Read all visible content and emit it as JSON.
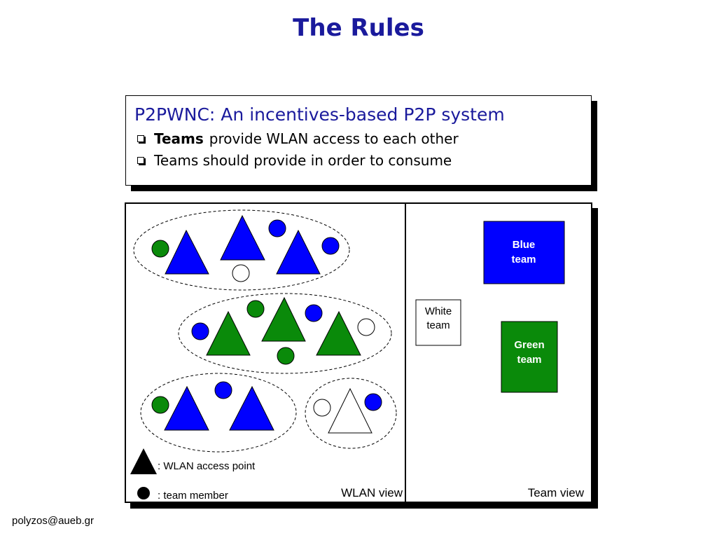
{
  "title": "The Rules",
  "textbox": {
    "heading": "P2PWNC: An incentives-based P2P system",
    "bullet1_bold": "Teams",
    "bullet1_rest": "provide WLAN access to each other",
    "bullet2": "Teams should provide in order to consume"
  },
  "diagram": {
    "legend": {
      "ap_label": ": WLAN access point",
      "member_label": ": team member"
    },
    "wlan_view_label": "WLAN view",
    "team_view_label": "Team view",
    "teams": {
      "blue": {
        "line1": "Blue",
        "line2": "team",
        "color": "#0000ff"
      },
      "white": {
        "line1": "White",
        "line2": "team",
        "color": "#ffffff"
      },
      "green": {
        "line1": "Green",
        "line2": "team",
        "color": "#0a8a0a"
      }
    }
  },
  "footer": "polyzos@aueb.gr"
}
